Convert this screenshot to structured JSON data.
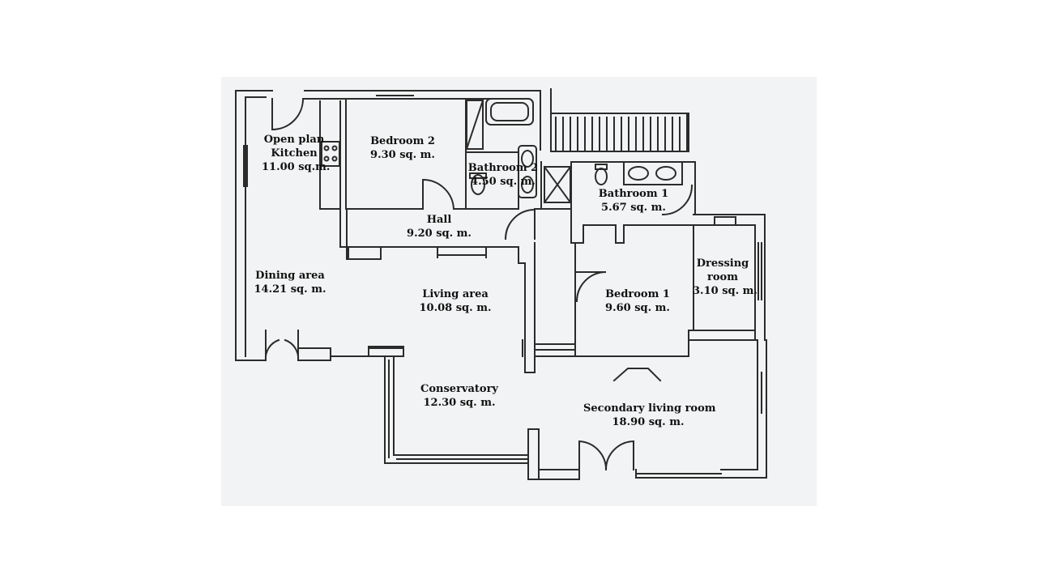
{
  "rooms": {
    "kitchen": {
      "line1": "Open plan",
      "line2": "Kitchen",
      "area": "11.00 sq.m."
    },
    "bedroom2": {
      "name": "Bedroom 2",
      "area": "9.30 sq. m."
    },
    "bathroom2": {
      "name": "Bathroom 2",
      "area": "4.50 sq. m."
    },
    "bathroom1": {
      "name": "Bathroom 1",
      "area": "5.67 sq. m."
    },
    "hall": {
      "name": "Hall",
      "area": "9.20 sq. m."
    },
    "dining": {
      "name": "Dining area",
      "area": "14.21 sq. m."
    },
    "living": {
      "name": "Living area",
      "area": "10.08 sq. m."
    },
    "dressing": {
      "line1": "Dressing",
      "line2": "room",
      "area": "3.10 sq. m."
    },
    "bedroom1": {
      "name": "Bedroom 1",
      "area": "9.60 sq. m."
    },
    "conservatory": {
      "name": "Conservatory",
      "area": "12.30 sq. m."
    },
    "secondary": {
      "name": "Secondary living room",
      "area": "18.90 sq. m."
    }
  },
  "colors": {
    "wall": "#2b2b2b",
    "paper": "#f2f3f4",
    "background": "#ffffff"
  }
}
